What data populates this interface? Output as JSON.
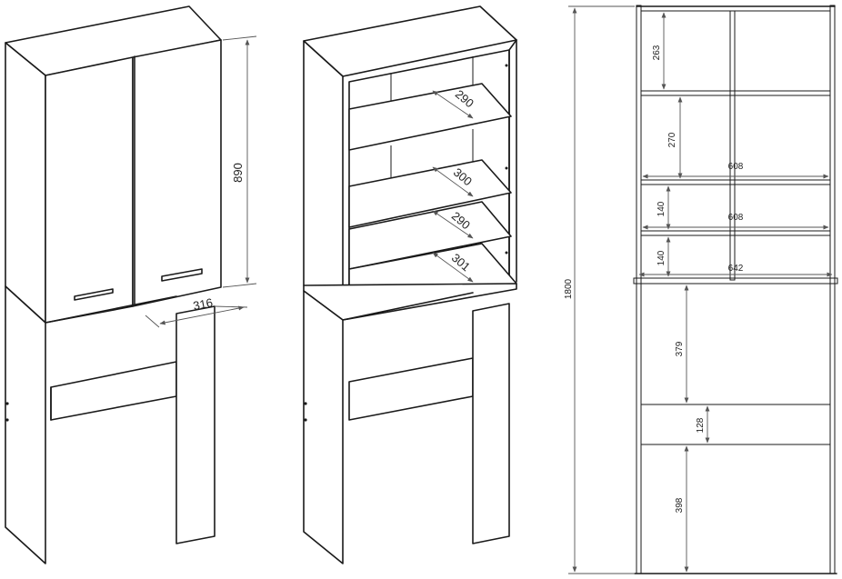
{
  "views": {
    "closed": {
      "depth": "316",
      "upper_height": "890"
    },
    "open": {
      "shelf_1": "290",
      "shelf_2": "300",
      "shelf_3": "290",
      "shelf_4": "301"
    },
    "front": {
      "total_height": "1800",
      "compartment_1": "263",
      "compartment_2": "270",
      "compartment_3": "140",
      "compartment_4": "140",
      "opening": "379",
      "rail": "128",
      "foot": "398",
      "width_1": "608",
      "width_2": "608",
      "width_3": "642"
    }
  }
}
